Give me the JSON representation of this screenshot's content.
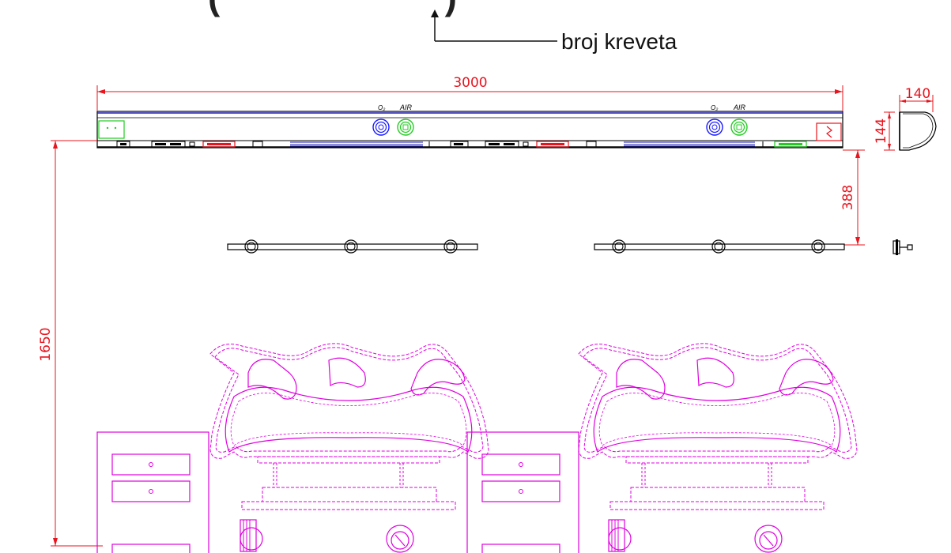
{
  "callout": {
    "title_fragment": "( )",
    "label": "broj kreveta"
  },
  "dimensions": {
    "width": "3000",
    "depth": "140",
    "height": "144",
    "rail_offset": "388",
    "bed_offset": "1650"
  },
  "outlets": [
    {
      "o2_label": "O₂",
      "air_label": "AIR"
    },
    {
      "o2_label": "O₂",
      "air_label": "AIR"
    }
  ],
  "colors": {
    "dimension": "#e8141e",
    "bed": "#e000e0",
    "o2": "#1a1aff",
    "air": "#22cc22",
    "socket": "#e8141e",
    "rail_stripe": "#1a1ab0",
    "outline": "#000000"
  }
}
